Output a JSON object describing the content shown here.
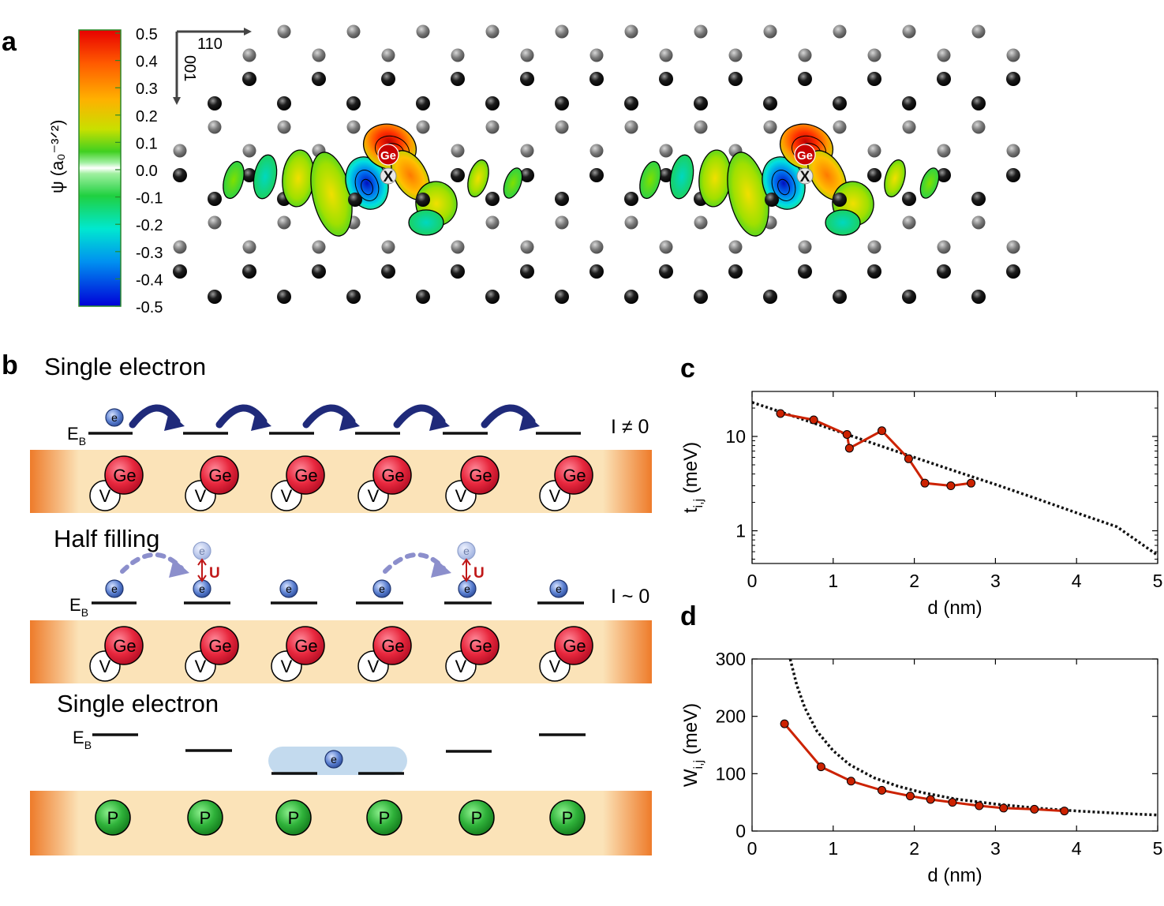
{
  "panels": {
    "a": {
      "label": "a",
      "colorbar": {
        "title": "ψ (a₀⁻³ᐟ²)",
        "ticks": [
          "0.5",
          "0.4",
          "0.3",
          "0.2",
          "0.1",
          "0.0",
          "-0.1",
          "-0.2",
          "-0.3",
          "-0.4",
          "-0.5"
        ]
      },
      "axes": {
        "horizontal": "110",
        "vertical": "001"
      },
      "atom_labels": {
        "dopant": "Ge",
        "vacancy_mark": "X"
      }
    },
    "b": {
      "label": "b",
      "rows": [
        {
          "title": "Single electron",
          "current": "I ≠ 0",
          "eb": "E",
          "eb_sub": "B"
        },
        {
          "title": "Half filling",
          "current": "I ~ 0",
          "eb": "E",
          "eb_sub": "B",
          "u_label": "U"
        },
        {
          "title": "Single electron",
          "eb": "E",
          "eb_sub": "B"
        }
      ],
      "ge_label": "Ge",
      "v_label": "V",
      "p_label": "P",
      "electron_label": "e"
    },
    "c": {
      "label": "c"
    },
    "d": {
      "label": "d"
    }
  },
  "chart_data": [
    {
      "panel": "c",
      "type": "line",
      "xlabel": "d (nm)",
      "ylabel": "t",
      "ylabel_sub": "i,j",
      "ylabel_unit": " (meV)",
      "xlim": [
        0,
        5
      ],
      "ylim": [
        0.45,
        30
      ],
      "yscale": "log",
      "xticks": [
        "0",
        "1",
        "2",
        "3",
        "4",
        "5"
      ],
      "yticks": [
        {
          "v": 1,
          "label": "1"
        },
        {
          "v": 10,
          "label": "10"
        }
      ],
      "series": [
        {
          "kind": "data",
          "color": "#cc2200",
          "x": [
            0.35,
            0.76,
            1.17,
            1.2,
            1.6,
            1.93,
            2.13,
            2.45,
            2.7
          ],
          "y": [
            17.5,
            15.0,
            10.5,
            7.5,
            11.5,
            5.8,
            3.2,
            3.0,
            3.2
          ]
        },
        {
          "kind": "fit",
          "color": "#111111",
          "x": [
            0,
            0.5,
            1,
            1.5,
            2,
            2.5,
            3,
            3.5,
            4,
            4.5,
            5
          ],
          "y": [
            23,
            16.5,
            11.8,
            8.4,
            6.0,
            4.3,
            3.1,
            2.2,
            1.55,
            1.1,
            0.55
          ]
        }
      ]
    },
    {
      "panel": "d",
      "type": "line",
      "xlabel": "d (nm)",
      "ylabel": "W",
      "ylabel_sub": "i,j",
      "ylabel_unit": " (meV)",
      "xlim": [
        0,
        5
      ],
      "ylim": [
        0,
        300
      ],
      "xticks": [
        "0",
        "1",
        "2",
        "3",
        "4",
        "5"
      ],
      "yticks": [
        {
          "v": 0,
          "label": "0"
        },
        {
          "v": 100,
          "label": "100"
        },
        {
          "v": 200,
          "label": "200"
        },
        {
          "v": 300,
          "label": "300"
        }
      ],
      "series": [
        {
          "kind": "data",
          "color": "#cc2200",
          "x": [
            0.4,
            0.85,
            1.22,
            1.6,
            1.95,
            2.2,
            2.47,
            2.8,
            3.1,
            3.48,
            3.85
          ],
          "y": [
            187,
            112,
            87,
            71,
            61,
            55,
            50,
            44,
            40,
            38,
            35
          ]
        },
        {
          "kind": "fit",
          "color": "#111111",
          "x": [
            0.47,
            0.55,
            0.65,
            0.8,
            1.0,
            1.2,
            1.5,
            1.8,
            2.1,
            2.5,
            3.0,
            3.5,
            4.0,
            4.5,
            5.0
          ],
          "y": [
            300,
            255,
            215,
            174,
            140,
            116,
            93,
            78,
            67,
            56,
            47,
            40,
            35,
            31,
            28
          ]
        }
      ]
    }
  ]
}
